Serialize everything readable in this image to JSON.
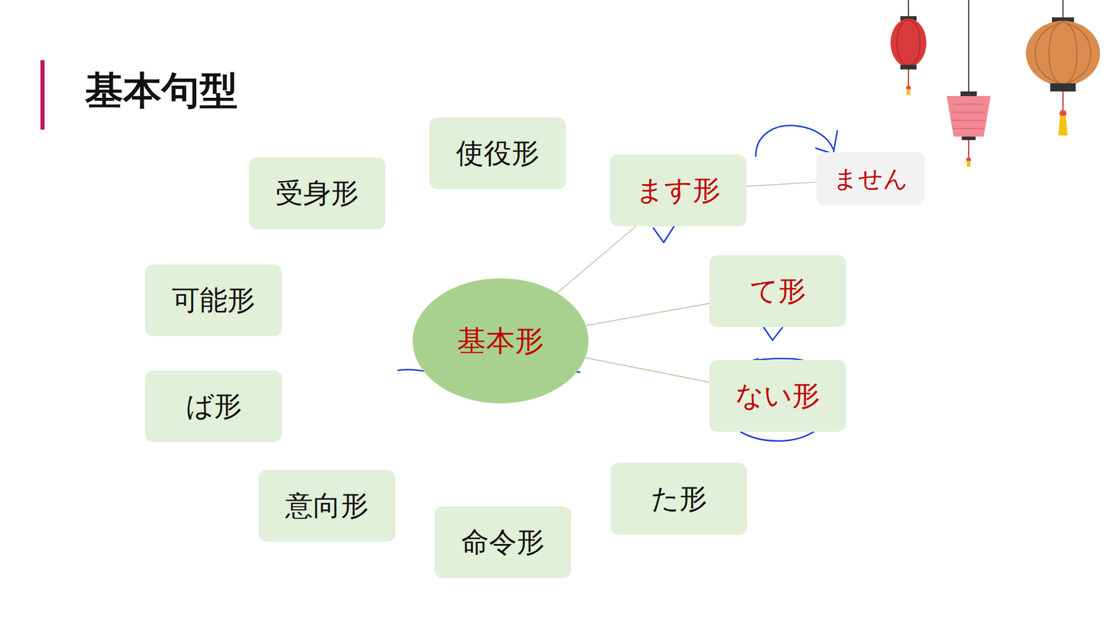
{
  "diagram": {
    "title": "基本句型",
    "nodes": [
      {
        "text": [
          "使役形"
        ]
      },
      {
        "text": [
          "受身形"
        ]
      },
      {
        "text": [
          "ます形"
        ]
      },
      {
        "text": [
          "ません"
        ]
      },
      {
        "text": [
          "可能形"
        ]
      },
      {
        "text": [
          "て形"
        ]
      },
      {
        "text": [
          "基本形"
        ]
      },
      {
        "text": [
          "ない形"
        ]
      },
      {
        "text": [
          "ば形"
        ]
      },
      {
        "text": [
          "た形"
        ]
      },
      {
        "text": [
          "意向形"
        ]
      },
      {
        "text": [
          "命令形"
        ]
      }
    ],
    "edges": [
      {
        "from": 6,
        "to": 2,
        "arrow": "none"
      },
      {
        "from": 6,
        "to": 5,
        "arrow": "none"
      },
      {
        "from": 6,
        "to": 7,
        "arrow": "none"
      },
      {
        "from": 2,
        "to": 3,
        "arrow": "none"
      }
    ]
  }
}
